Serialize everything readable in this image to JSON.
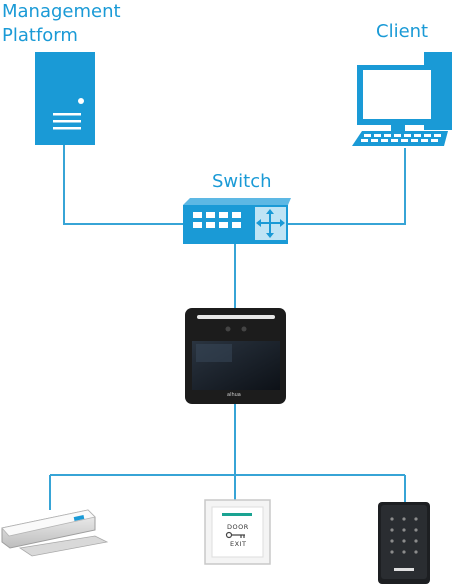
{
  "nodes": {
    "management_platform": {
      "line1": "Management",
      "line2": "Platform"
    },
    "client": {
      "label": "Client"
    },
    "switch": {
      "label": "Switch"
    },
    "exit_button": {
      "line1": "DOOR",
      "line2": "EXIT"
    },
    "terminal": {
      "brand": "alhua"
    }
  },
  "colors": {
    "accent": "#1a9ad6",
    "connector": "#37a4d6",
    "device_dark": "#1c1c1c"
  },
  "icons": [
    "server-icon",
    "desktop-computer-icon",
    "network-switch-icon",
    "access-terminal-icon",
    "magnetic-lock-icon",
    "exit-button-icon",
    "card-reader-keypad-icon"
  ]
}
